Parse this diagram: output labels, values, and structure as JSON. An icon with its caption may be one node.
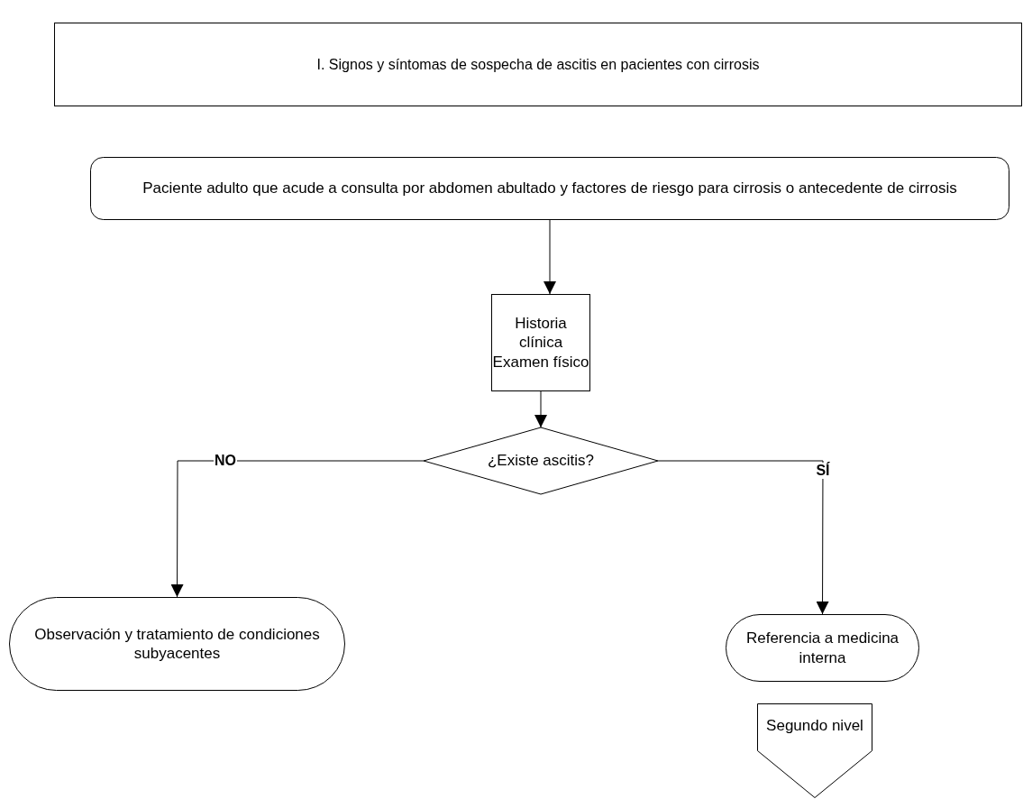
{
  "diagram": {
    "nodes": [
      {
        "text": [
          "I. Signos y síntomas de sospecha de ascitis en pacientes con cirrosis"
        ]
      },
      {
        "text": [
          "Paciente adulto que acude a consulta por abdomen abultado y factores de riesgo para cirrosis o antecedente de cirrosis"
        ]
      },
      {
        "text": [
          "Historia clínica",
          "Examen físico"
        ]
      },
      {
        "text": [
          "¿Existe ascitis?"
        ]
      },
      {
        "text": [
          "Observación y tratamiento de condiciones subyacentes"
        ]
      },
      {
        "text": [
          "Referencia a medicina interna"
        ]
      },
      {
        "text": [
          "Segundo nivel"
        ]
      }
    ],
    "edges": [
      {
        "from": 1,
        "to": 2,
        "arrow": "to"
      },
      {
        "from": 2,
        "to": 3,
        "arrow": "to"
      },
      {
        "from": 3,
        "to": 4,
        "arrow": "to",
        "label": "NO"
      },
      {
        "from": 3,
        "to": 5,
        "arrow": "to",
        "label": "SÍ"
      }
    ]
  }
}
